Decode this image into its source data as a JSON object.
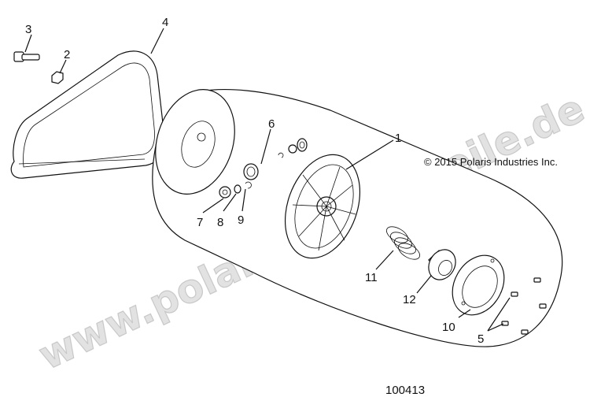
{
  "diagram": {
    "copyright": "© 2015 Polaris Industries Inc.",
    "document_number": "100413",
    "watermark": "www.polaris-ersatzteile.de",
    "callouts": [
      "1",
      "2",
      "3",
      "4",
      "5",
      "6",
      "7",
      "8",
      "9",
      "10",
      "11",
      "12"
    ]
  }
}
